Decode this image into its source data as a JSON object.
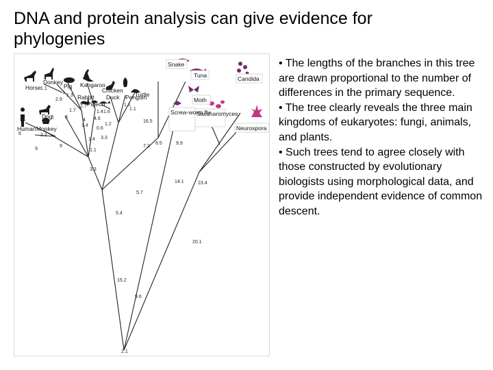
{
  "title": "DNA and protein analysis can give evidence for phylogenies",
  "bullets": [
    "• The lengths of the branches in this tree are drawn proportional to the number of differences in the primary sequence.",
    "• The tree clearly reveals the three main kingdoms of eukaryotes: fungi, animals, and plants.",
    "• Such trees tend to agree closely with those constructed by evolutionary biologists using morphological data, and provide independent evidence of common descent."
  ],
  "figure": {
    "taxa": [
      "Horse",
      "Donkey",
      "Pig",
      "Kangaroo",
      "Chicken",
      "Penguin",
      "Duck",
      "Pigeon",
      "Turtle",
      "Rabbit",
      "Dog",
      "Human",
      "Monkey",
      "Snake",
      "Tuna",
      "Candida",
      "Moth",
      "Screw-worm fly",
      "Saccharomyces",
      "Neurospora"
    ],
    "branch_lengths": [
      "1.1",
      "1",
      "1.3",
      "2.9",
      "2.7",
      "1.7",
      "1.1",
      "1.6",
      "1.1",
      "1.4",
      "3",
      "4",
      "6",
      "2.2",
      "0.6",
      "1.4",
      "4.6",
      "1.2",
      "3.3",
      "16.5",
      "7.2",
      "6.5",
      "9.9",
      "1.4",
      "1.1",
      "3.3",
      "14.1",
      "23.4",
      "20.1",
      "5.7",
      "5.4",
      "15.2",
      "9.6",
      "2.1",
      "9",
      "1",
      "9"
    ],
    "colors": {
      "animal_icon": "#1c1c1c",
      "moth_icon": "#7a2a6a",
      "fungus_icon": "#c2367e"
    }
  }
}
